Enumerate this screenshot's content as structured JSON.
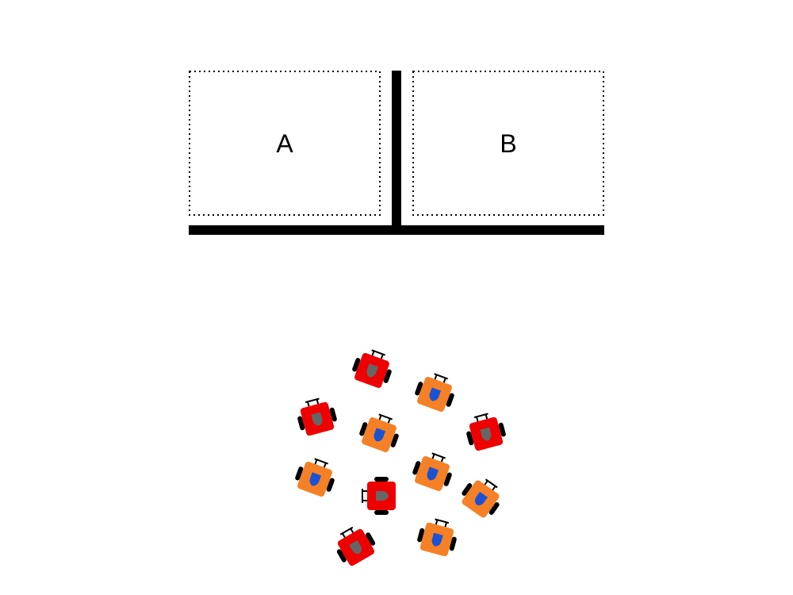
{
  "zones": [
    {
      "label": "A"
    },
    {
      "label": "B"
    }
  ],
  "colors": {
    "background": "#ffffff",
    "wall": "#000000",
    "zone_border": "#000000",
    "robot_red_body": "#ee0000",
    "robot_red_shield": "#666666",
    "robot_orange_body": "#f58025",
    "robot_orange_shield": "#1a52d6",
    "wheel": "#000000"
  },
  "robots": [
    {
      "team": "red"
    },
    {
      "team": "orange"
    },
    {
      "team": "red"
    },
    {
      "team": "orange"
    },
    {
      "team": "red"
    },
    {
      "team": "orange"
    },
    {
      "team": "orange"
    },
    {
      "team": "red"
    },
    {
      "team": "orange"
    },
    {
      "team": "red"
    },
    {
      "team": "orange"
    }
  ]
}
